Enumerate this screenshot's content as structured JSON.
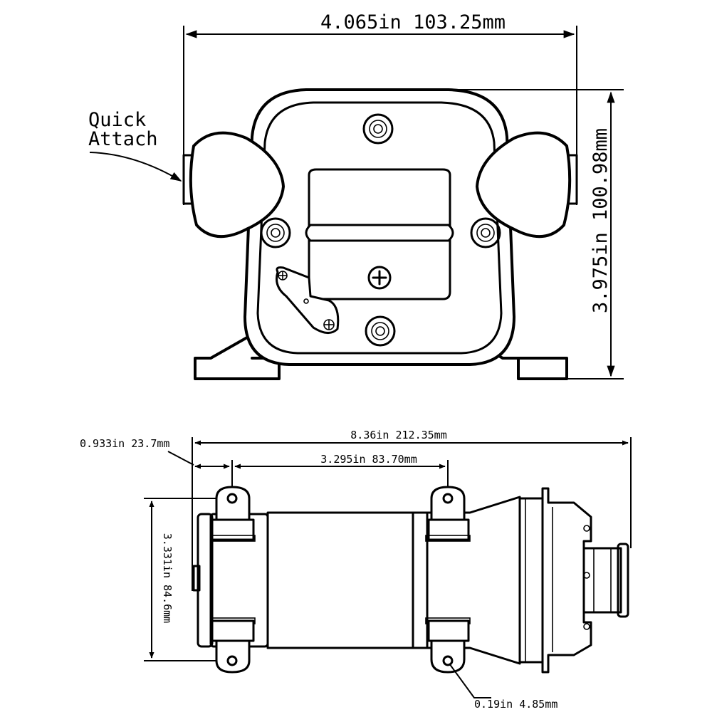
{
  "top_view": {
    "width_label": "4.065in 103.25mm",
    "height_label": "3.975in 100.98mm",
    "callout_line1": "Quick",
    "callout_line2": "Attach"
  },
  "bottom_view": {
    "overall_length_label": "8.36in 212.35mm",
    "offset_label": "0.933in 23.7mm",
    "hole_spacing_label": "3.295in 83.70mm",
    "height_label": "3.331in 84.6mm",
    "hole_diameter_label": "0.19in 4.85mm"
  }
}
